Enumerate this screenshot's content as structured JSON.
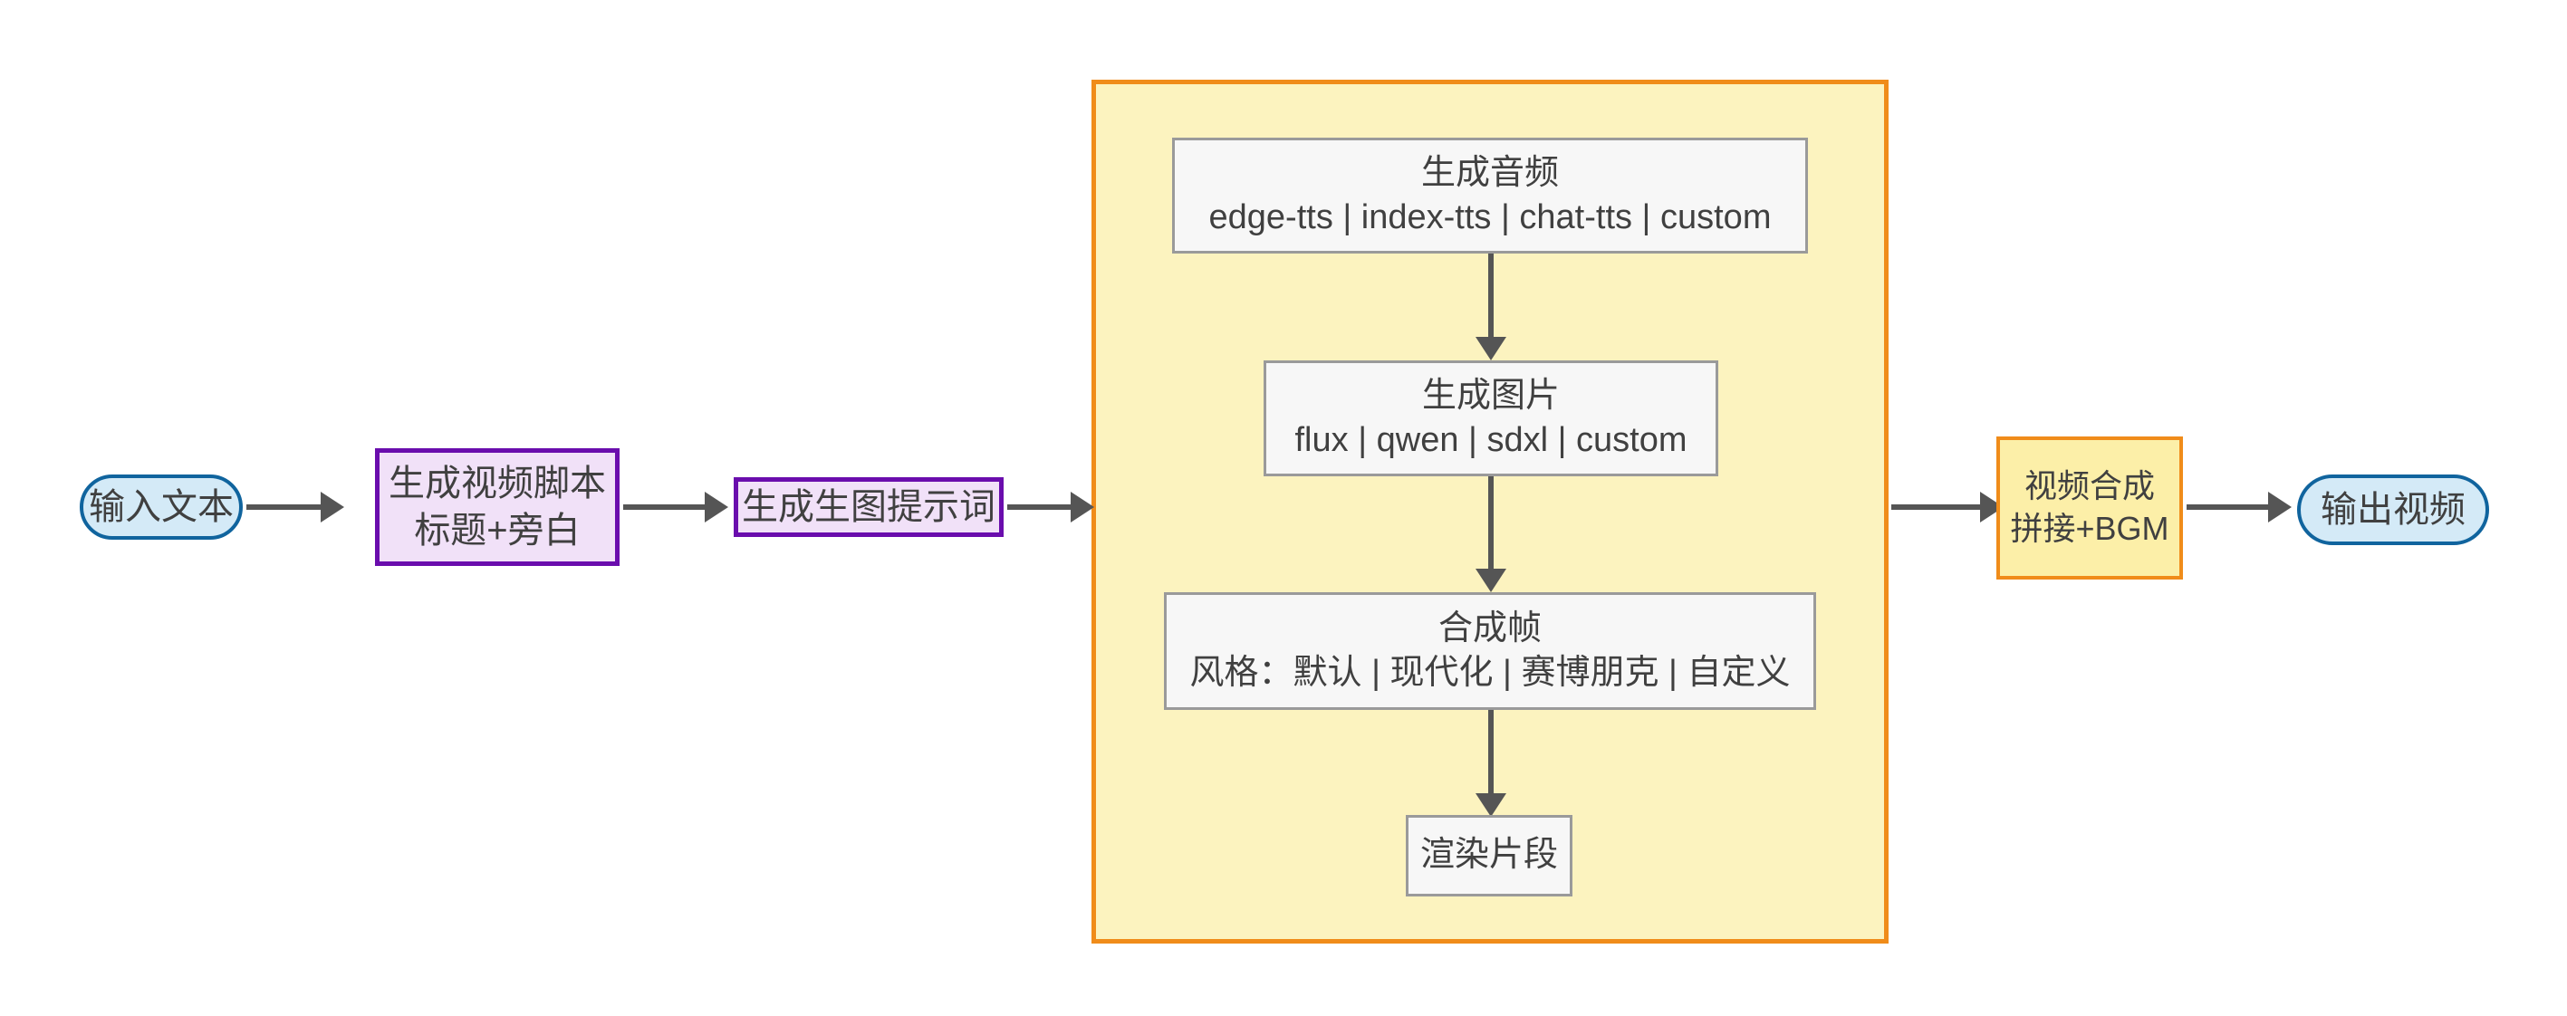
{
  "diagram": {
    "type": "flowchart",
    "direction": "left-to-right",
    "title": "",
    "colors": {
      "terminal_fill": "#d4eaf7",
      "terminal_stroke": "#10649e",
      "process_fill": "#f1e1f8",
      "process_stroke": "#6a0dad",
      "highlight_fill": "#fcefa8",
      "highlight_stroke": "#f08c1a",
      "subgraph_fill": "#fcf3bf",
      "subgraph_stroke": "#f08c1a",
      "plain_fill": "#f7f7f7",
      "plain_stroke": "#9a9a9a",
      "arrow": "#555555",
      "text": "#404040",
      "background": "#ffffff"
    }
  },
  "nodes": {
    "input_text": {
      "label": "输入文本",
      "shape": "stadium"
    },
    "script_gen": {
      "line1": "生成视频脚本",
      "line2": "标题+旁白",
      "shape": "rect"
    },
    "prompt_gen": {
      "label": "生成生图提示词",
      "shape": "rect"
    },
    "audio_gen": {
      "line1": "生成音频",
      "line2": "edge-tts | index-tts | chat-tts | custom",
      "shape": "rect"
    },
    "image_gen": {
      "line1": "生成图片",
      "line2": "flux | qwen | sdxl | custom",
      "shape": "rect"
    },
    "frame_compose": {
      "line1": "合成帧",
      "line2": "风格：默认 | 现代化 | 赛博朋克 | 自定义",
      "shape": "rect"
    },
    "render_clip": {
      "label": "渲染片段",
      "shape": "rect"
    },
    "video_merge": {
      "line1": "视频合成",
      "line2": "拼接+BGM",
      "shape": "rect"
    },
    "output_video": {
      "label": "输出视频",
      "shape": "stadium"
    }
  },
  "edges": [
    {
      "from": "input_text",
      "to": "script_gen",
      "label": ""
    },
    {
      "from": "script_gen",
      "to": "prompt_gen",
      "label": ""
    },
    {
      "from": "prompt_gen",
      "to": "subgraph_pipeline",
      "label": ""
    },
    {
      "from": "audio_gen",
      "to": "image_gen",
      "label": ""
    },
    {
      "from": "image_gen",
      "to": "frame_compose",
      "label": ""
    },
    {
      "from": "frame_compose",
      "to": "render_clip",
      "label": ""
    },
    {
      "from": "subgraph_pipeline",
      "to": "video_merge",
      "label": ""
    },
    {
      "from": "video_merge",
      "to": "output_video",
      "label": ""
    }
  ]
}
